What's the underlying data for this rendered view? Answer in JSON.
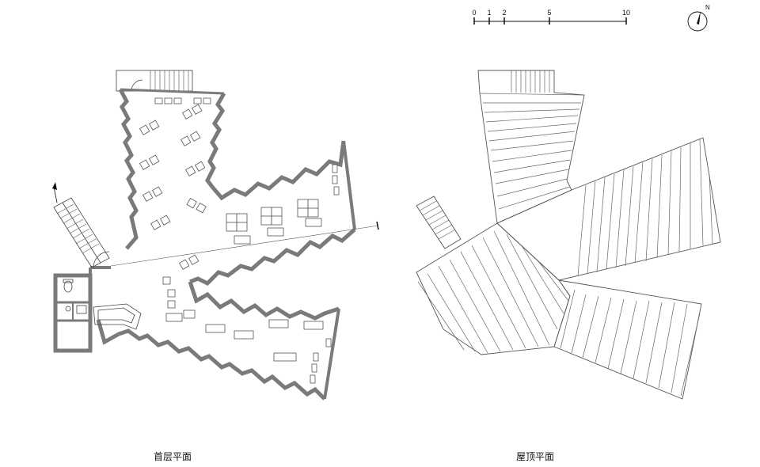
{
  "captions": {
    "ground_floor": "首层平面",
    "roof": "屋顶平面"
  },
  "scale_bar": {
    "ticks": [
      "0",
      "1",
      "2",
      "5",
      "10"
    ]
  },
  "north_arrow": {
    "label": "N"
  }
}
